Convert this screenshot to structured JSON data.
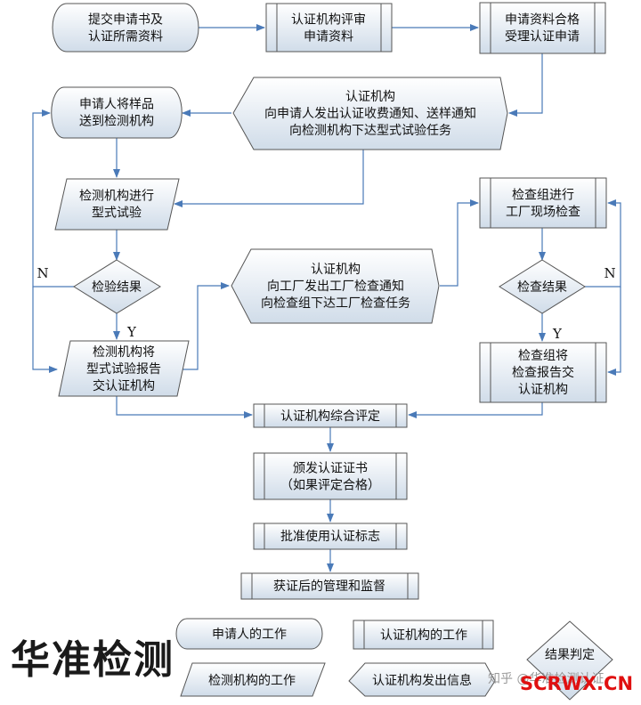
{
  "colors": {
    "fill_top": "#ffffff",
    "fill_bottom": "#d0dce9",
    "stroke": "#555555",
    "arrow": "#4a7ab8",
    "watermark_red": "#e01010"
  },
  "nodes": {
    "submit": {
      "lines": [
        "提交申请书及",
        "认证所需资料"
      ],
      "shape": "terminator"
    },
    "review": {
      "lines": [
        "认证机构评审",
        "申请资料"
      ],
      "shape": "process"
    },
    "accept": {
      "lines": [
        "申请资料合格",
        "受理认证申请"
      ],
      "shape": "process"
    },
    "notify_fee": {
      "lines": [
        "认证机构",
        "向申请人发出认证收费通知、送样通知",
        "向检测机构下达型式试验任务"
      ],
      "shape": "display"
    },
    "send_sample": {
      "lines": [
        "申请人将样品",
        "送到检测机构"
      ],
      "shape": "terminator"
    },
    "type_test": {
      "lines": [
        "检测机构进行",
        "型式试验"
      ],
      "shape": "parallelogram"
    },
    "test_result": {
      "lines": [
        "检验结果"
      ],
      "shape": "decision"
    },
    "lab_report": {
      "lines": [
        "检测机构将",
        "型式试验报告",
        "交认证机构"
      ],
      "shape": "parallelogram"
    },
    "notify_factory": {
      "lines": [
        "认证机构",
        "向工厂发出工厂检查通知",
        "向检查组下达工厂检查任务"
      ],
      "shape": "display"
    },
    "factory_inspect": {
      "lines": [
        "检查组进行",
        "工厂现场检查"
      ],
      "shape": "process"
    },
    "inspect_result": {
      "lines": [
        "检查结果"
      ],
      "shape": "decision"
    },
    "inspect_report": {
      "lines": [
        "检查组将",
        "检查报告交",
        "认证机构"
      ],
      "shape": "process"
    },
    "evaluate": {
      "lines": [
        "认证机构综合评定"
      ],
      "shape": "process"
    },
    "issue_cert": {
      "lines": [
        "颁发认证证书",
        "（如果评定合格）"
      ],
      "shape": "process"
    },
    "approve_mark": {
      "lines": [
        "批准使用认证标志"
      ],
      "shape": "process"
    },
    "supervise": {
      "lines": [
        "获证后的管理和监督"
      ],
      "shape": "process"
    }
  },
  "branch_labels": {
    "test_no": "N",
    "test_yes": "Y",
    "inspect_no": "N",
    "inspect_yes": "Y"
  },
  "legend": {
    "applicant": "申请人的工作",
    "cert_body": "认证机构的工作",
    "lab": "检测机构的工作",
    "cert_msg": "认证机构发出信息",
    "decision": "结果判定"
  },
  "watermark": {
    "brand": "华准检测",
    "zhihu": "知乎 @华准检测认证",
    "site": "SCRWX.CN"
  }
}
